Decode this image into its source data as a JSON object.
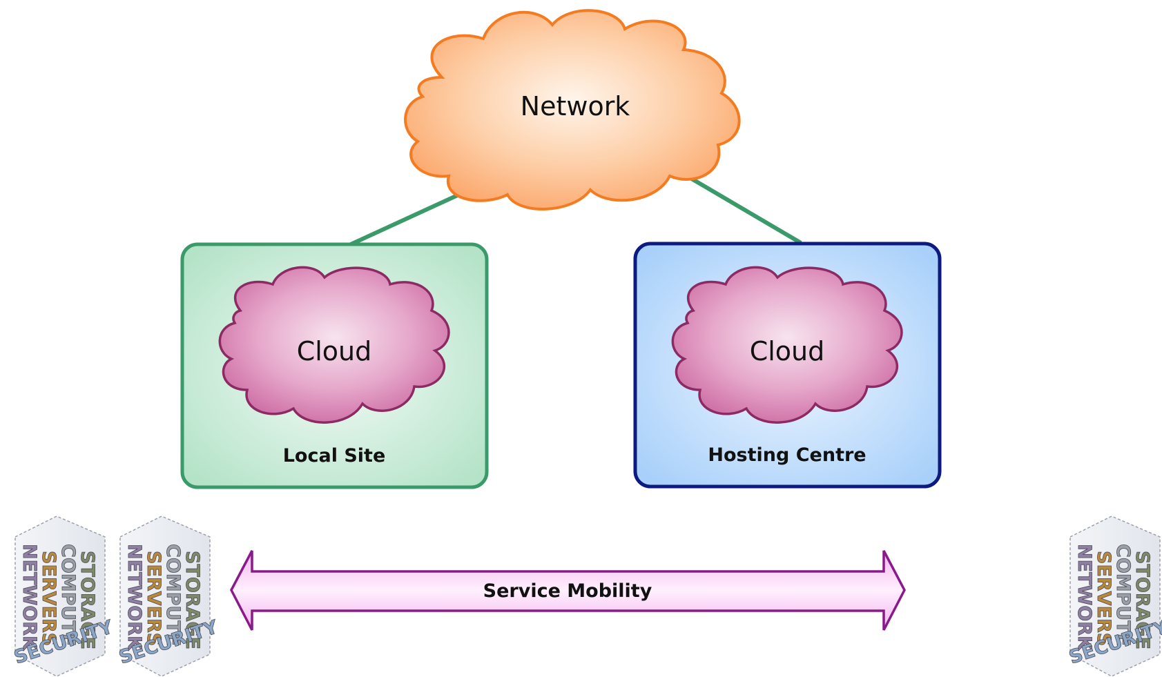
{
  "network": {
    "label": "Network"
  },
  "sites": {
    "local": {
      "cloud_label": "Cloud",
      "name": "Local Site"
    },
    "hosting": {
      "cloud_label": "Cloud",
      "name": "Hosting Centre"
    }
  },
  "mobility": {
    "label": "Service Mobility"
  },
  "racks": {
    "count": 3,
    "labels": [
      "NETWORK",
      "SERVERS",
      "COMPUTE",
      "STORAGE",
      "SECURITY"
    ]
  },
  "colors": {
    "network_cloud_fill": "#fdbd8c",
    "network_cloud_stroke": "#f47b20",
    "connector": "#3b9a6a",
    "local_site_fill": "#bfe8d2",
    "local_site_stroke": "#3b9a6a",
    "hosting_fill": "#b3d6fb",
    "hosting_stroke": "#0d1a80",
    "inner_cloud_fill": "#d77fb0",
    "inner_cloud_stroke": "#8b2a63",
    "arrow_fill": "#f6c7f4",
    "arrow_stroke": "#8a1a8a"
  }
}
